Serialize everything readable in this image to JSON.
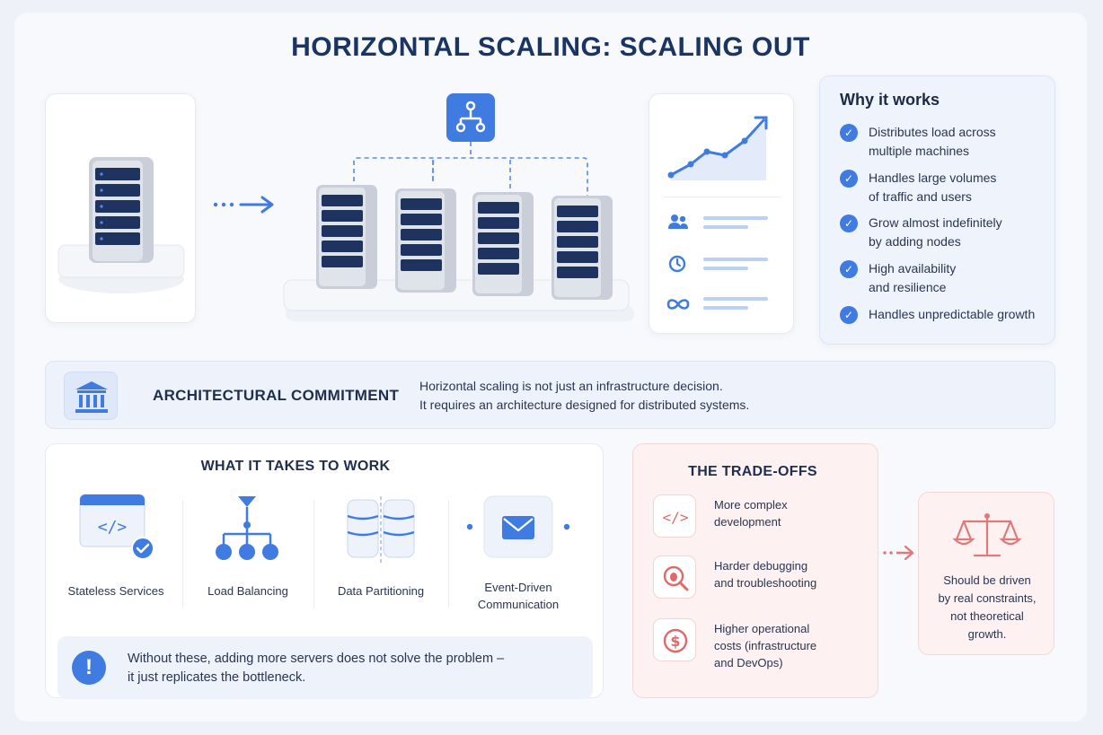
{
  "title": "HORIZONTAL SCALING: SCALING OUT",
  "why": {
    "title": "Why it works",
    "items": [
      "Distributes load across\nmultiple machines",
      "Handles large volumes\nof traffic and users",
      "Grow almost indefinitely\nby adding nodes",
      "High availability\nand resilience",
      "Handles unpredictable growth"
    ]
  },
  "architecture": {
    "title": "ARCHITECTURAL COMMITMENT",
    "text": "Horizontal scaling is not just an infrastructure decision.\nIt requires an architecture designed for distributed systems."
  },
  "work": {
    "title": "WHAT IT TAKES TO WORK",
    "items": [
      "Stateless Services",
      "Load Balancing",
      "Data Partitioning",
      "Event-Driven\nCommunication"
    ],
    "warning": "Without these, adding more servers does not solve the problem –\nit just replicates the bottleneck."
  },
  "tradeoffs": {
    "title": "THE TRADE-OFFS",
    "items": [
      "More complex\ndevelopment",
      "Harder debugging\nand troubleshooting",
      "Higher operational\ncosts (infrastructure\nand DevOps)"
    ]
  },
  "driven": "Should be driven\nby real constraints,\nnot theoretical\ngrowth.",
  "colors": {
    "accent": "#3f7be0",
    "title": "#1b3563",
    "tradeoff": "#e07a7a"
  },
  "icons": [
    "server-icon",
    "network-icon",
    "growth-chart-icon",
    "users-icon",
    "clock-icon",
    "infinity-icon",
    "check-icon",
    "bank-icon",
    "code-window-icon",
    "load-balancer-icon",
    "database-icon",
    "envelope-icon",
    "alert-icon",
    "code-icon",
    "bug-icon",
    "dollar-icon",
    "scales-icon"
  ]
}
